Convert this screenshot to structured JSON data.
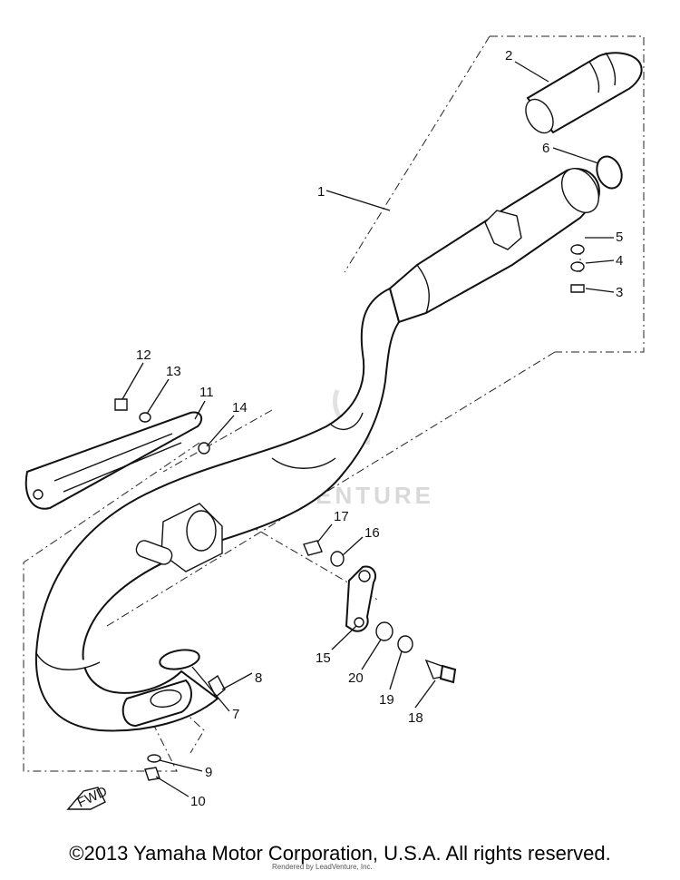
{
  "diagram": {
    "part_numbers": [
      "1",
      "2",
      "3",
      "4",
      "5",
      "6",
      "7",
      "8",
      "9",
      "10",
      "11",
      "12",
      "13",
      "14",
      "15",
      "16",
      "17",
      "18",
      "19",
      "20"
    ],
    "fwd_label": "FWD",
    "watermark": "LEADVENTURE"
  },
  "footer": {
    "copyright": "©2013 Yamaha Motor Corporation, U.S.A. All rights reserved.",
    "render_note": "Rendered by LeadVenture, Inc."
  }
}
